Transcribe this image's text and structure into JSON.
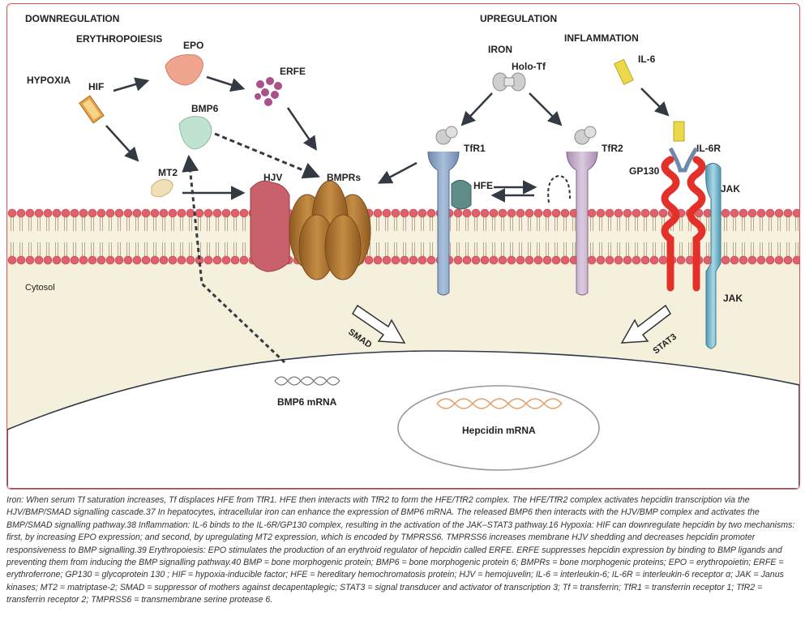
{
  "headings": {
    "downregulation": "DOWNREGULATION",
    "upregulation": "UPREGULATION"
  },
  "labels": {
    "erythropoiesis": "ERYTHROPOIESIS",
    "epo": "EPO",
    "erfe": "ERFE",
    "hypoxia": "HYPOXIA",
    "hif": "HIF",
    "bmp6": "BMP6",
    "mt2": "MT2",
    "hjv": "HJV",
    "bmprs": "BMPRs",
    "iron": "IRON",
    "holo_tf": "Holo-Tf",
    "tfr1": "TfR1",
    "tfr2": "TfR2",
    "hfe": "HFE",
    "inflammation": "INFLAMMATION",
    "il6": "IL-6",
    "il6r": "IL-6R",
    "gp130": "GP130",
    "jak_top": "JAK",
    "jak_bottom": "JAK",
    "cytosol": "Cytosol",
    "smad": "SMAD",
    "stat3": "STAT3",
    "bmp6_mrna": "BMP6 mRNA",
    "hepcidin_mrna": "Hepcidin mRNA"
  },
  "colors": {
    "frame_border": "#d9534f",
    "lipid_head": "#e0616b",
    "cytosol": "#f5f0dc",
    "nucleus_fill": "#ffffff",
    "bmpr": "#b8803a",
    "hjv": "#c9616a",
    "tfr1": "#8fa8c8",
    "tfr2": "#c9b3cf",
    "hfe": "#5f8c87",
    "gp130": "#e3312a",
    "jak": "#7fb7cc",
    "epo": "#f0a58f",
    "bmp6": "#bfe3d0",
    "mt2": "#f1dfb5",
    "erfe": "#a8518a",
    "hif": "#e6a34a",
    "il6": "#ecd84b"
  },
  "caption": {
    "p1": "Iron: When serum Tf saturation increases, Tf displaces HFE from TfR1. HFE then interacts with TfR2 to form the HFE/TfR2 complex. The HFE/TfR2 complex activates hepcidin transcription via the HJV/BMP/SMAD signalling cascade.37 In hepatocytes, intracellular iron can enhance the expression of BMP6 mRNA. The released BMP6 then interacts with the HJV/BMP complex and activates the BMP/SMAD signalling pathway.38 Inflammation: IL-6 binds to the IL-6R/GP130 complex, resulting in the activation of the JAK–STAT3 pathway.16 Hypoxia: HIF can downregulate hepcidin by two mechanisms: first, by increasing EPO expression; and second, by upregulating MT2 expression, which is encoded by TMPRSS6. TMPRSS6 increases membrane HJV shedding and decreases hepcidin promoter responsiveness to BMP signalling.39 Erythropoiesis: EPO stimulates the production of an erythroid regulator of hepcidin called ERFE. ERFE suppresses hepcidin expression by binding to BMP ligands and preventing them from inducing the BMP signalling pathway.40 BMP = bone morphogenic protein; BMP6 = bone morphogenic protein 6; BMPRs = bone morphogenic proteins; EPO = erythropoietin; ERFE = erythroferrone; GP130 = glycoprotein 130 ; HIF = hypoxia-inducible factor; HFE = hereditary hemochromatosis protein; HJV = hemojuvelin; IL-6 = interleukin-6; IL-6R = interleukin-6 receptor α; JAK = Janus kinases; MT2 = matriptase-2; SMAD = suppressor of mothers against decapentaplegic; STAT3 = signal transducer and activator of transcription 3; Tf = transferrin; TfR1 = transferrin receptor 1; TfR2 = transferrin receptor 2; TMPRSS6 = transmembrane serine protease 6."
  }
}
